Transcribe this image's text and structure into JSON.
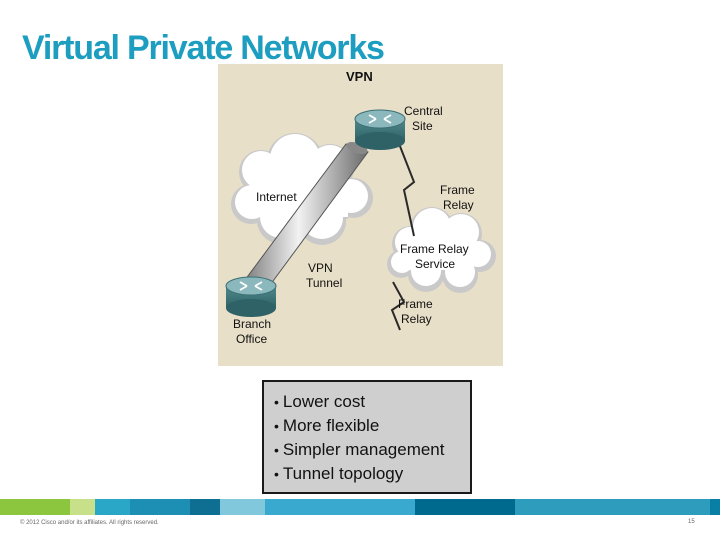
{
  "title": "Virtual Private Networks",
  "diagram": {
    "heading": "VPN",
    "labels": {
      "central_site_1": "Central",
      "central_site_2": "Site",
      "internet": "Internet",
      "frame_relay_top_1": "Frame",
      "frame_relay_top_2": "Relay",
      "frame_relay_service_1": "Frame Relay",
      "frame_relay_service_2": "Service",
      "vpn_tunnel_1": "VPN",
      "vpn_tunnel_2": "Tunnel",
      "frame_relay_bottom_1": "Frame",
      "frame_relay_bottom_2": "Relay",
      "branch_office_1": "Branch",
      "branch_office_2": "Office"
    },
    "icons": [
      "router-icon",
      "router-icon",
      "cloud-icon",
      "cloud-icon",
      "tunnel-pipe"
    ]
  },
  "bullets": [
    "Lower cost",
    "More flexible",
    "Simpler management",
    "Tunnel topology"
  ],
  "footer": {
    "copyright": "© 2012 Cisco and/or its affiliates. All rights reserved.",
    "page_number": "15",
    "bar_colors": [
      "#8cc63f",
      "#c8e08a",
      "#2aa6c7",
      "#1d8fb5",
      "#0f6f93",
      "#82c8dc",
      "#39a9cf",
      "#006a8e",
      "#2d9cbd",
      "#0a7fa5"
    ]
  }
}
